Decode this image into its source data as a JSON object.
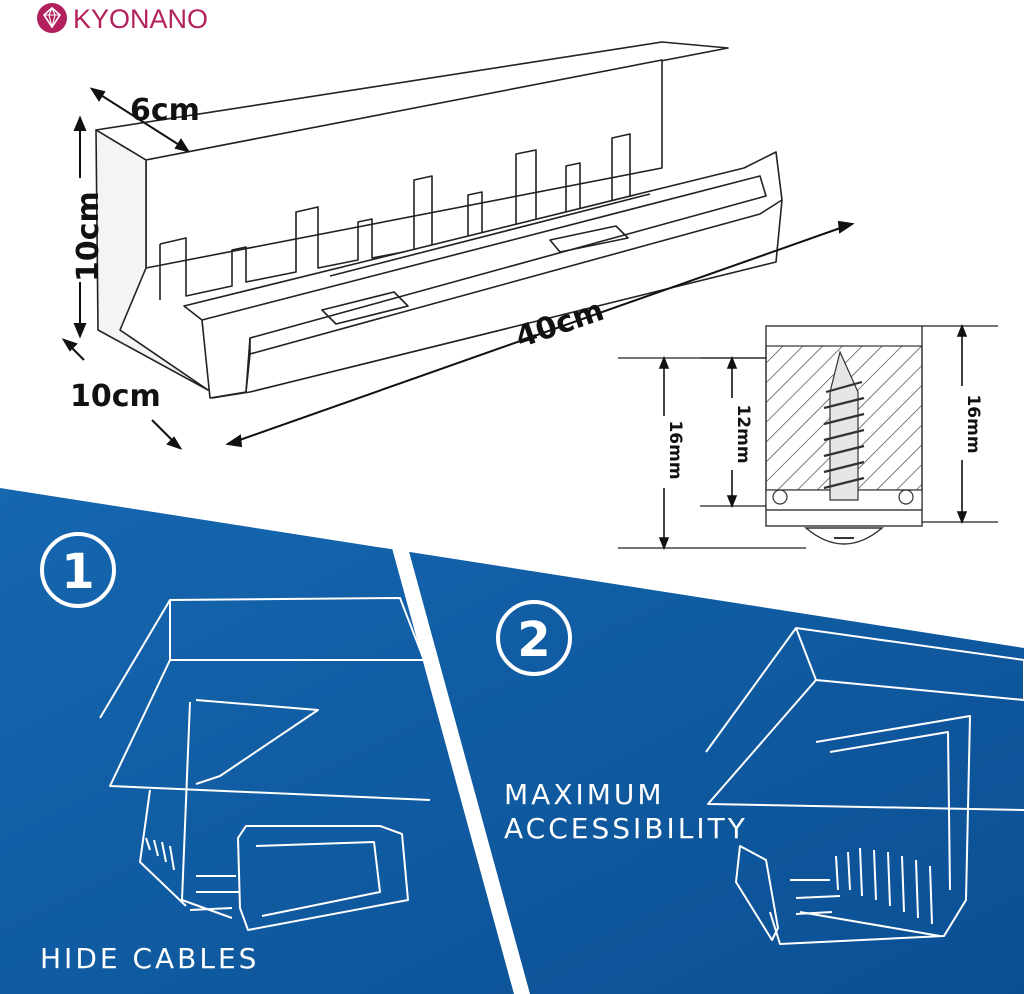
{
  "brand": {
    "name": "KYONANO",
    "color": "#b2215d",
    "logo_icon": "brand-gem-icon"
  },
  "dimensions": {
    "depth": "6cm",
    "height": "10cm",
    "width": "10cm",
    "length": "40cm"
  },
  "clamp_detail": {
    "left_height": "16mm",
    "screw_depth": "12mm",
    "right_height": "16mm"
  },
  "features": [
    {
      "number": "1",
      "caption": "HIDE CABLES"
    },
    {
      "number": "2",
      "caption_line1": "MAXIMUM",
      "caption_line2": "ACCESSIBILITY"
    }
  ],
  "colors": {
    "panel_blue": "#0f5ea6",
    "divider": "#ffffff",
    "line_art": "#ffffff",
    "ink": "#111111"
  }
}
